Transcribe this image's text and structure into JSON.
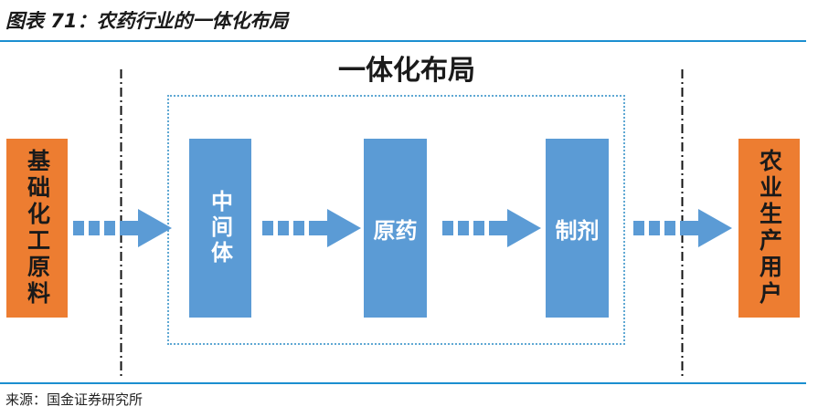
{
  "figure": {
    "title": "图表 71：农药行业的一体化布局",
    "source": "来源：国金证券研究所"
  },
  "diagram": {
    "group_label": "一体化布局",
    "input": "基础化工原料",
    "stages": [
      "中间体",
      "原药",
      "制剂"
    ],
    "output": "农业生产用户"
  },
  "colors": {
    "accent_rule": "#1b8fd0",
    "endpoint_fill": "#ed7d31",
    "stage_fill": "#5b9bd5",
    "arrow_fill": "#5b9bd5",
    "frame_border": "#5fa8d3"
  }
}
